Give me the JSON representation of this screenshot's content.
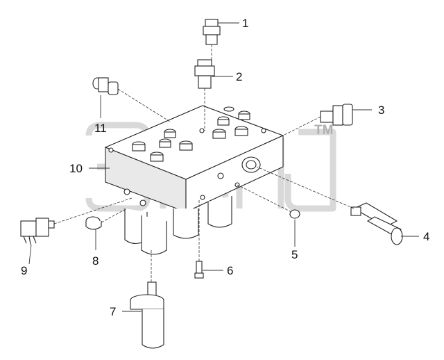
{
  "diagram": {
    "callouts": [
      {
        "id": "1",
        "label": "1"
      },
      {
        "id": "2",
        "label": "2"
      },
      {
        "id": "3",
        "label": "3"
      },
      {
        "id": "4",
        "label": "4"
      },
      {
        "id": "5",
        "label": "5"
      },
      {
        "id": "6",
        "label": "6"
      },
      {
        "id": "7",
        "label": "7"
      },
      {
        "id": "8",
        "label": "8"
      },
      {
        "id": "9",
        "label": "9"
      },
      {
        "id": "10",
        "label": "10"
      },
      {
        "id": "11",
        "label": "11"
      }
    ],
    "watermark": {
      "mark": "TM"
    }
  }
}
